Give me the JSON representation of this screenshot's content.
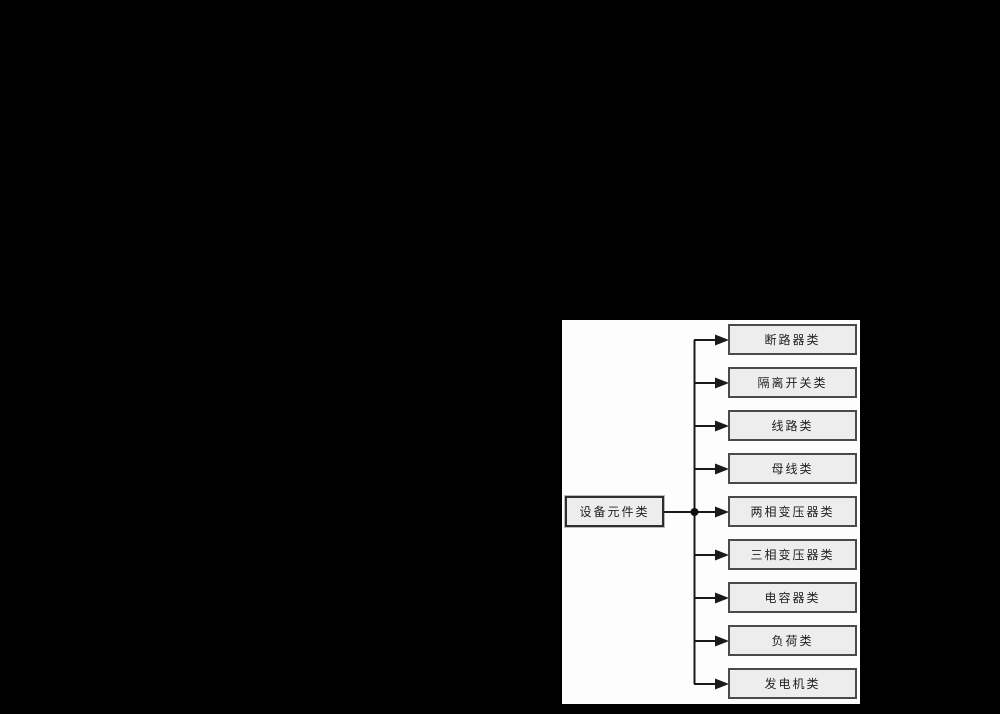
{
  "page": {
    "background_color": "#000000",
    "panel_background_color": "#fdfdfd"
  },
  "diagram": {
    "type": "tree",
    "orientation": "left-to-right",
    "root": {
      "label": "设备元件类"
    },
    "children": [
      {
        "label": "断路器类"
      },
      {
        "label": "隔离开关类"
      },
      {
        "label": "线路类"
      },
      {
        "label": "母线类"
      },
      {
        "label": "两相变压器类"
      },
      {
        "label": "三相变压器类"
      },
      {
        "label": "电容器类"
      },
      {
        "label": "负荷类"
      },
      {
        "label": "发电机类"
      }
    ],
    "colors": {
      "box_fill": "#ededed",
      "box_border": "#4a4a4a",
      "root_border": "#2e2e2e",
      "line": "#1a1a1a",
      "text": "#222222"
    }
  }
}
